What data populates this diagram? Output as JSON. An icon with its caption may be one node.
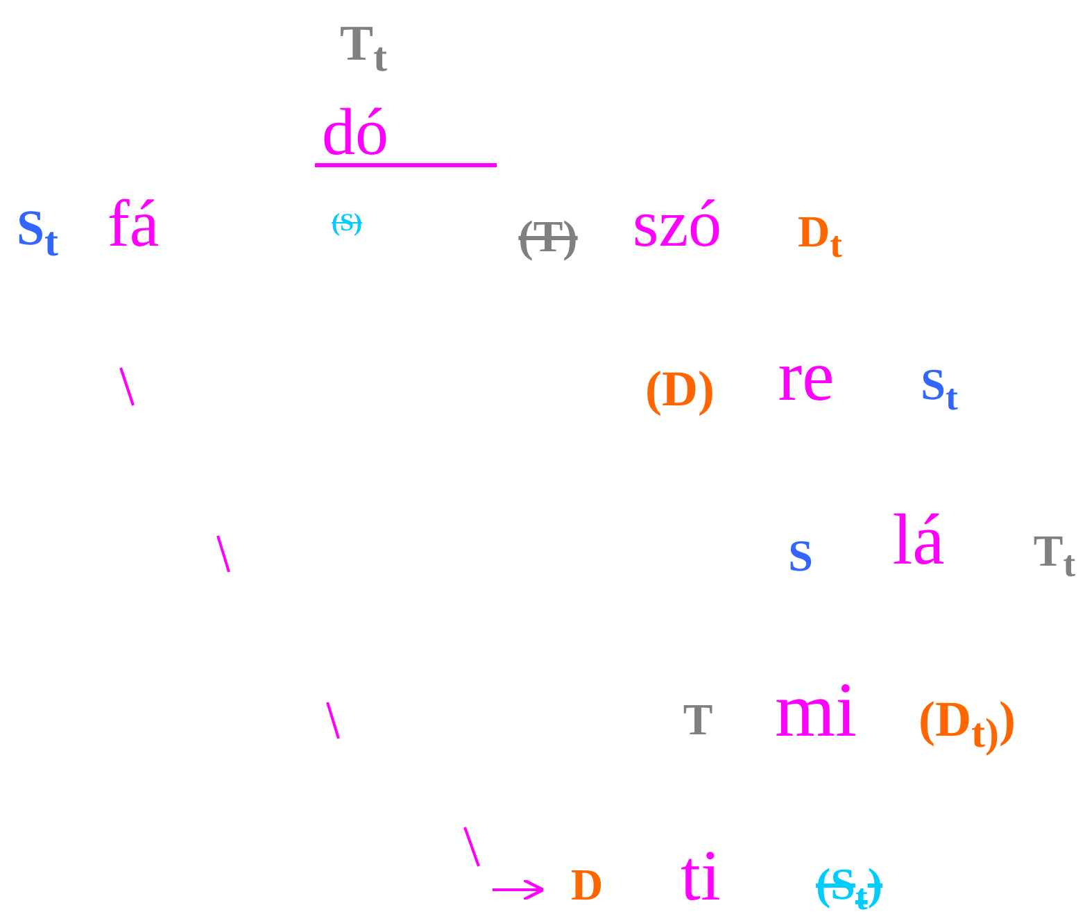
{
  "diagram": {
    "labels": [
      "T$_{t}$",
      "dó",
      "S$_{t}$",
      "fá",
      "(S)",
      "(T)",
      "szó",
      "D$_{t}$",
      "(D)",
      "re",
      "S$_{t}$",
      "S",
      "lá",
      "T$_{t}$",
      "T",
      "mi",
      "(D$_{t)}$)",
      "D",
      "ti",
      "(S$_{t}$)"
    ]
  }
}
